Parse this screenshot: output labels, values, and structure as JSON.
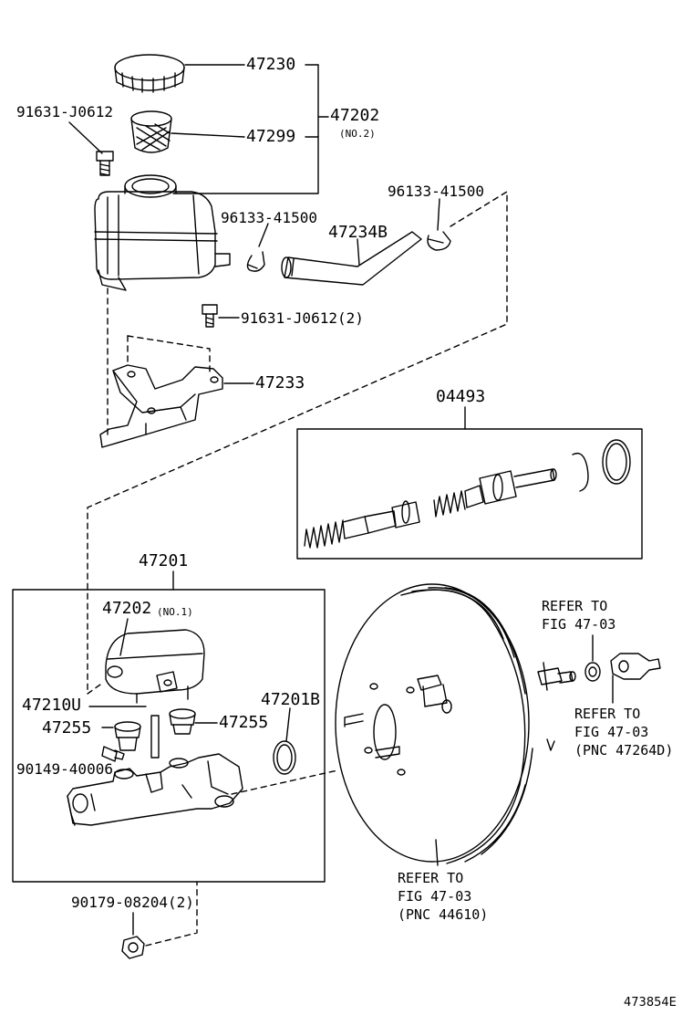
{
  "parts": {
    "p47230": "47230",
    "p47202": "47202",
    "p47202_note": "(NO.2)",
    "p47299": "47299",
    "p91631_top": "91631-J0612",
    "p96133_right": "96133-41500",
    "p96133_mid": "96133-41500",
    "p47234B": "47234B",
    "p91631_2": "91631-J0612(2)",
    "p47233": "47233",
    "p04493": "04493",
    "p47201": "47201",
    "p47202_no1": "47202",
    "p47202_no1_note": "(NO.1)",
    "p47210U": "47210U",
    "p47201B": "47201B",
    "p47255_left": "47255",
    "p47255_right": "47255",
    "p90149": "90149-40006",
    "p90179": "90179-08204(2)"
  },
  "refs": {
    "ref1": [
      "REFER TO",
      "FIG 47-03"
    ],
    "ref2": [
      "REFER TO",
      "FIG 47-03",
      "(PNC 47264D)"
    ],
    "ref3": [
      "REFER TO",
      "FIG 47-03",
      "(PNC 44610)"
    ]
  },
  "figure_id": "473854E"
}
